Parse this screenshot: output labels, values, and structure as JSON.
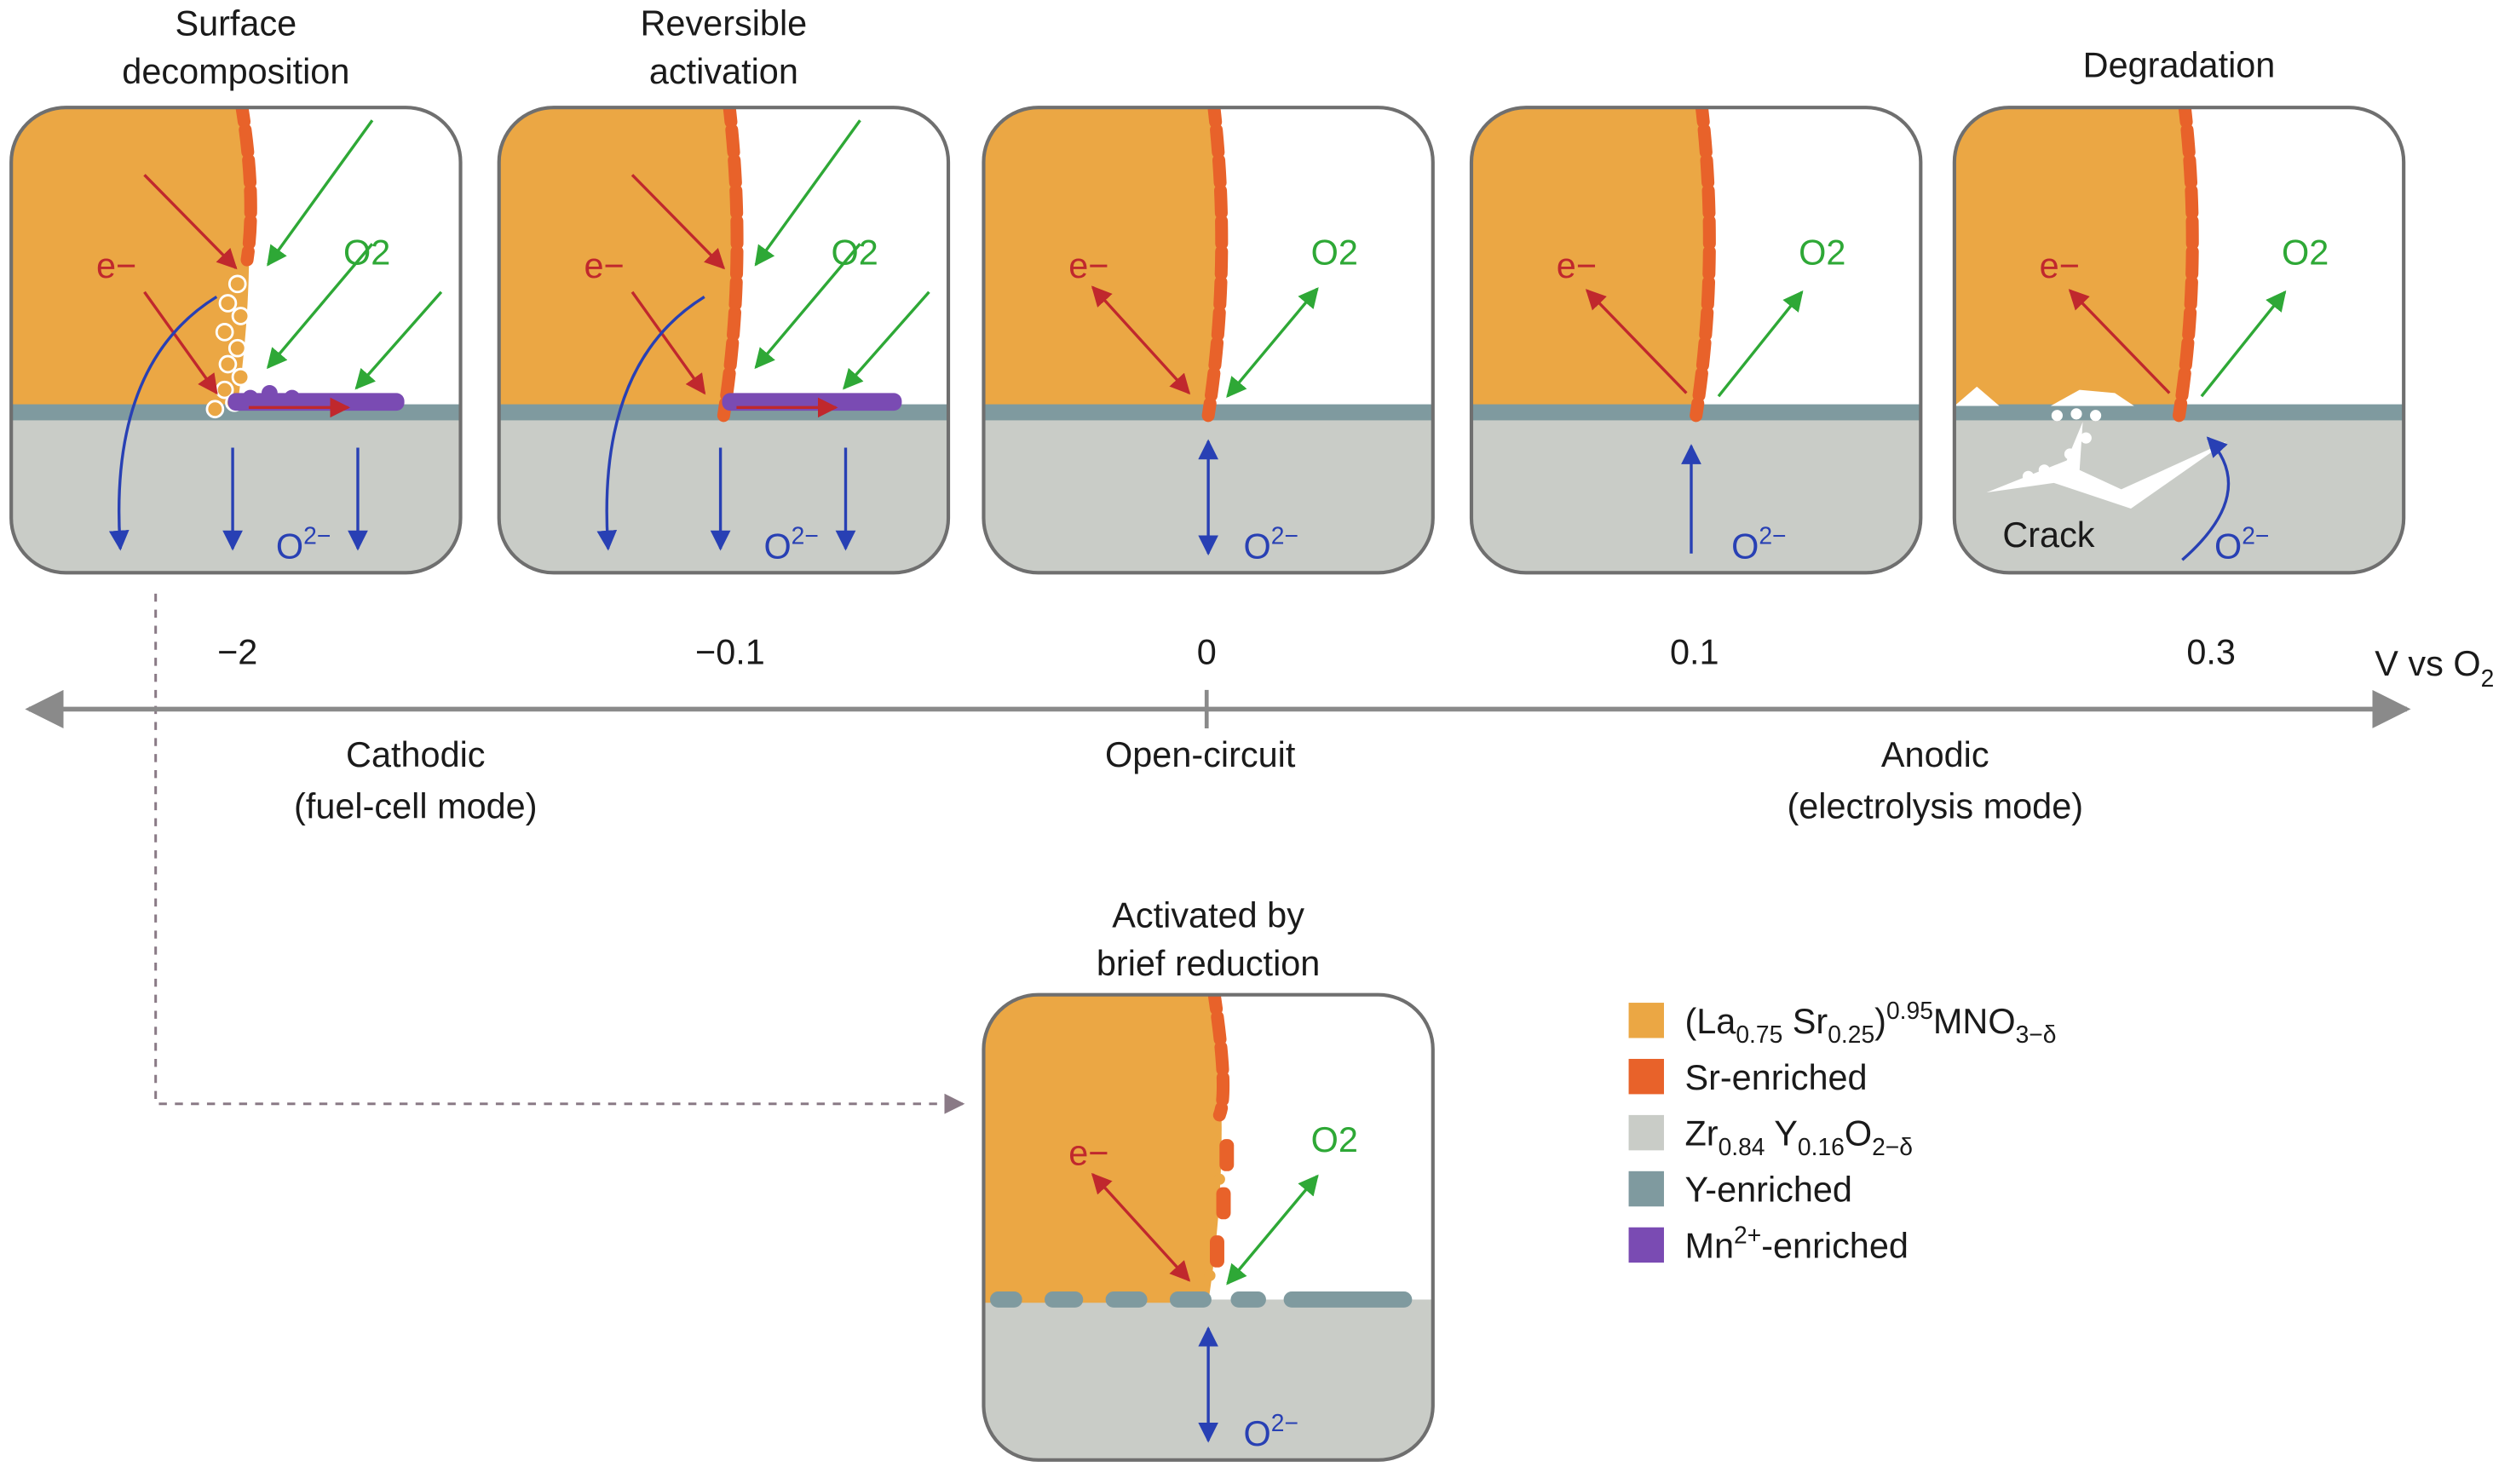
{
  "panels": [
    {
      "id": "p1",
      "title_lines": [
        "Surface",
        "decomposition"
      ],
      "voltage": "−2",
      "e_label": "e−",
      "o2_label": "O2",
      "o2_sup": "",
      "ion_base": "O",
      "ion_sup": "2−"
    },
    {
      "id": "p2",
      "title_lines": [
        "Reversible",
        "activation"
      ],
      "voltage": "−0.1",
      "e_label": "e−",
      "o2_label": "O2",
      "o2_sup": "",
      "ion_base": "O",
      "ion_sup": "2−"
    },
    {
      "id": "p3",
      "title_lines": [],
      "voltage": "0",
      "e_label": "e−",
      "o2_label": "O2",
      "o2_sup": "",
      "ion_base": "O",
      "ion_sup": "2−"
    },
    {
      "id": "p4",
      "title_lines": [],
      "voltage": "0.1",
      "e_label": "e−",
      "o2_label": "O2",
      "o2_sup": "",
      "ion_base": "O",
      "ion_sup": "2−"
    },
    {
      "id": "p5",
      "title_lines": [
        "Degradation"
      ],
      "voltage": "0.3",
      "e_label": "e−",
      "o2_label": "O2",
      "o2_sup": "",
      "ion_base": "O",
      "ion_sup": "2−",
      "crack_label": "Crack"
    },
    {
      "id": "p6",
      "title_lines": [
        "Activated by",
        "brief reduction"
      ],
      "voltage": "",
      "e_label": "e−",
      "o2_label": "O2",
      "o2_sup": "",
      "ion_base": "O",
      "ion_sup": "2−"
    }
  ],
  "axis": {
    "unit_label": "V vs O",
    "unit_sub": "2",
    "regions": [
      {
        "lines": [
          "Cathodic",
          "(fuel-cell mode)"
        ]
      },
      {
        "lines": [
          "Open-circuit"
        ]
      },
      {
        "lines": [
          "Anodic",
          "(electrolysis mode)"
        ]
      }
    ]
  },
  "legend": [
    {
      "color": "#eba744",
      "parts": [
        [
          "",
          "(La"
        ],
        [
          "sub",
          "0.75"
        ],
        [
          "",
          " Sr"
        ],
        [
          "sub",
          "0.25"
        ],
        [
          "",
          ")"
        ],
        [
          "sup",
          "0.95"
        ],
        [
          "",
          "MNO"
        ],
        [
          "sub",
          "3−δ"
        ]
      ]
    },
    {
      "color": "#e8622a",
      "parts": [
        [
          "",
          "Sr-enriched"
        ]
      ]
    },
    {
      "color": "#c9ccc7",
      "parts": [
        [
          "",
          "Zr"
        ],
        [
          "sub",
          "0.84"
        ],
        [
          "",
          " Y"
        ],
        [
          "sub",
          "0.16"
        ],
        [
          "",
          "O"
        ],
        [
          "sub",
          "2−δ"
        ]
      ]
    },
    {
      "color": "#7f9a9f",
      "parts": [
        [
          "",
          "Y-enriched"
        ]
      ]
    },
    {
      "color": "#7a4bb3",
      "parts": [
        [
          "",
          "Mn"
        ],
        [
          "sup",
          "2+"
        ],
        [
          "",
          "-enriched"
        ]
      ]
    }
  ],
  "colors": {
    "lsm": "#eba744",
    "sr": "#e8622a",
    "ysz": "#c9ccc7",
    "y_layer": "#7f9a9f",
    "mn": "#7a4bb3",
    "electron": "#c0282d",
    "oxygen": "#2ea836",
    "ion": "#2840b4",
    "axis": "#8a8a8a",
    "border": "#6f6f6f"
  }
}
